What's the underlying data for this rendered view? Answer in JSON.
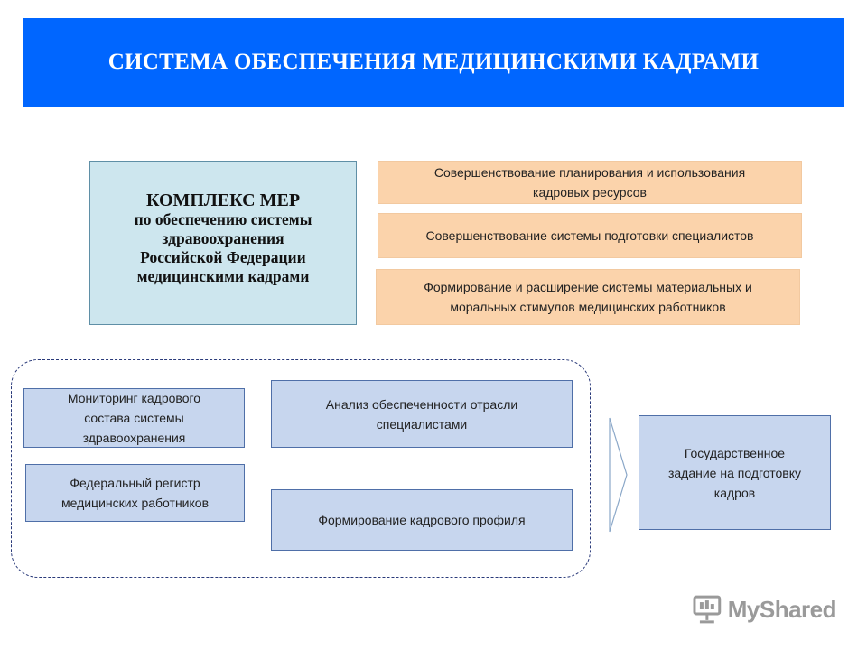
{
  "banner": {
    "title": "СИСТЕМА ОБЕСПЕЧЕНИЯ МЕДИЦИНСКИМИ КАДРАМИ"
  },
  "main_box": {
    "heading": "КОМПЛЕКС МЕР",
    "lines": [
      "по обеспечению системы",
      "здравоохранения",
      "Российской Федерации",
      "медицинскими кадрами"
    ]
  },
  "measures": [
    {
      "lines": [
        "Совершенствование планирования и использования",
        "кадровых ресурсов"
      ]
    },
    {
      "lines": [
        "Совершенствование системы подготовки специалистов"
      ]
    },
    {
      "lines": [
        "Формирование и расширение системы материальных и",
        "моральных стимулов медицинских работников"
      ]
    }
  ],
  "tools": {
    "monitoring": [
      "Мониторинг кадрового",
      "состава системы",
      "здравоохранения"
    ],
    "registry": [
      "Федеральный регистр",
      "медицинских работников"
    ],
    "analysis": [
      "Анализ обеспеченности отрасли",
      "специалистами"
    ],
    "profile": [
      "Формирование кадрового профиля"
    ]
  },
  "result": {
    "lines": [
      "Государственное",
      "задание на подготовку",
      "кадров"
    ]
  },
  "watermark": {
    "text": "MyShared"
  },
  "colors": {
    "banner": "#0066ff",
    "main_box": "#cde6ee",
    "orange_box": "#fbd3ab",
    "blue_box": "#c7d6ee",
    "dashed_border": "#2a3a7a"
  }
}
